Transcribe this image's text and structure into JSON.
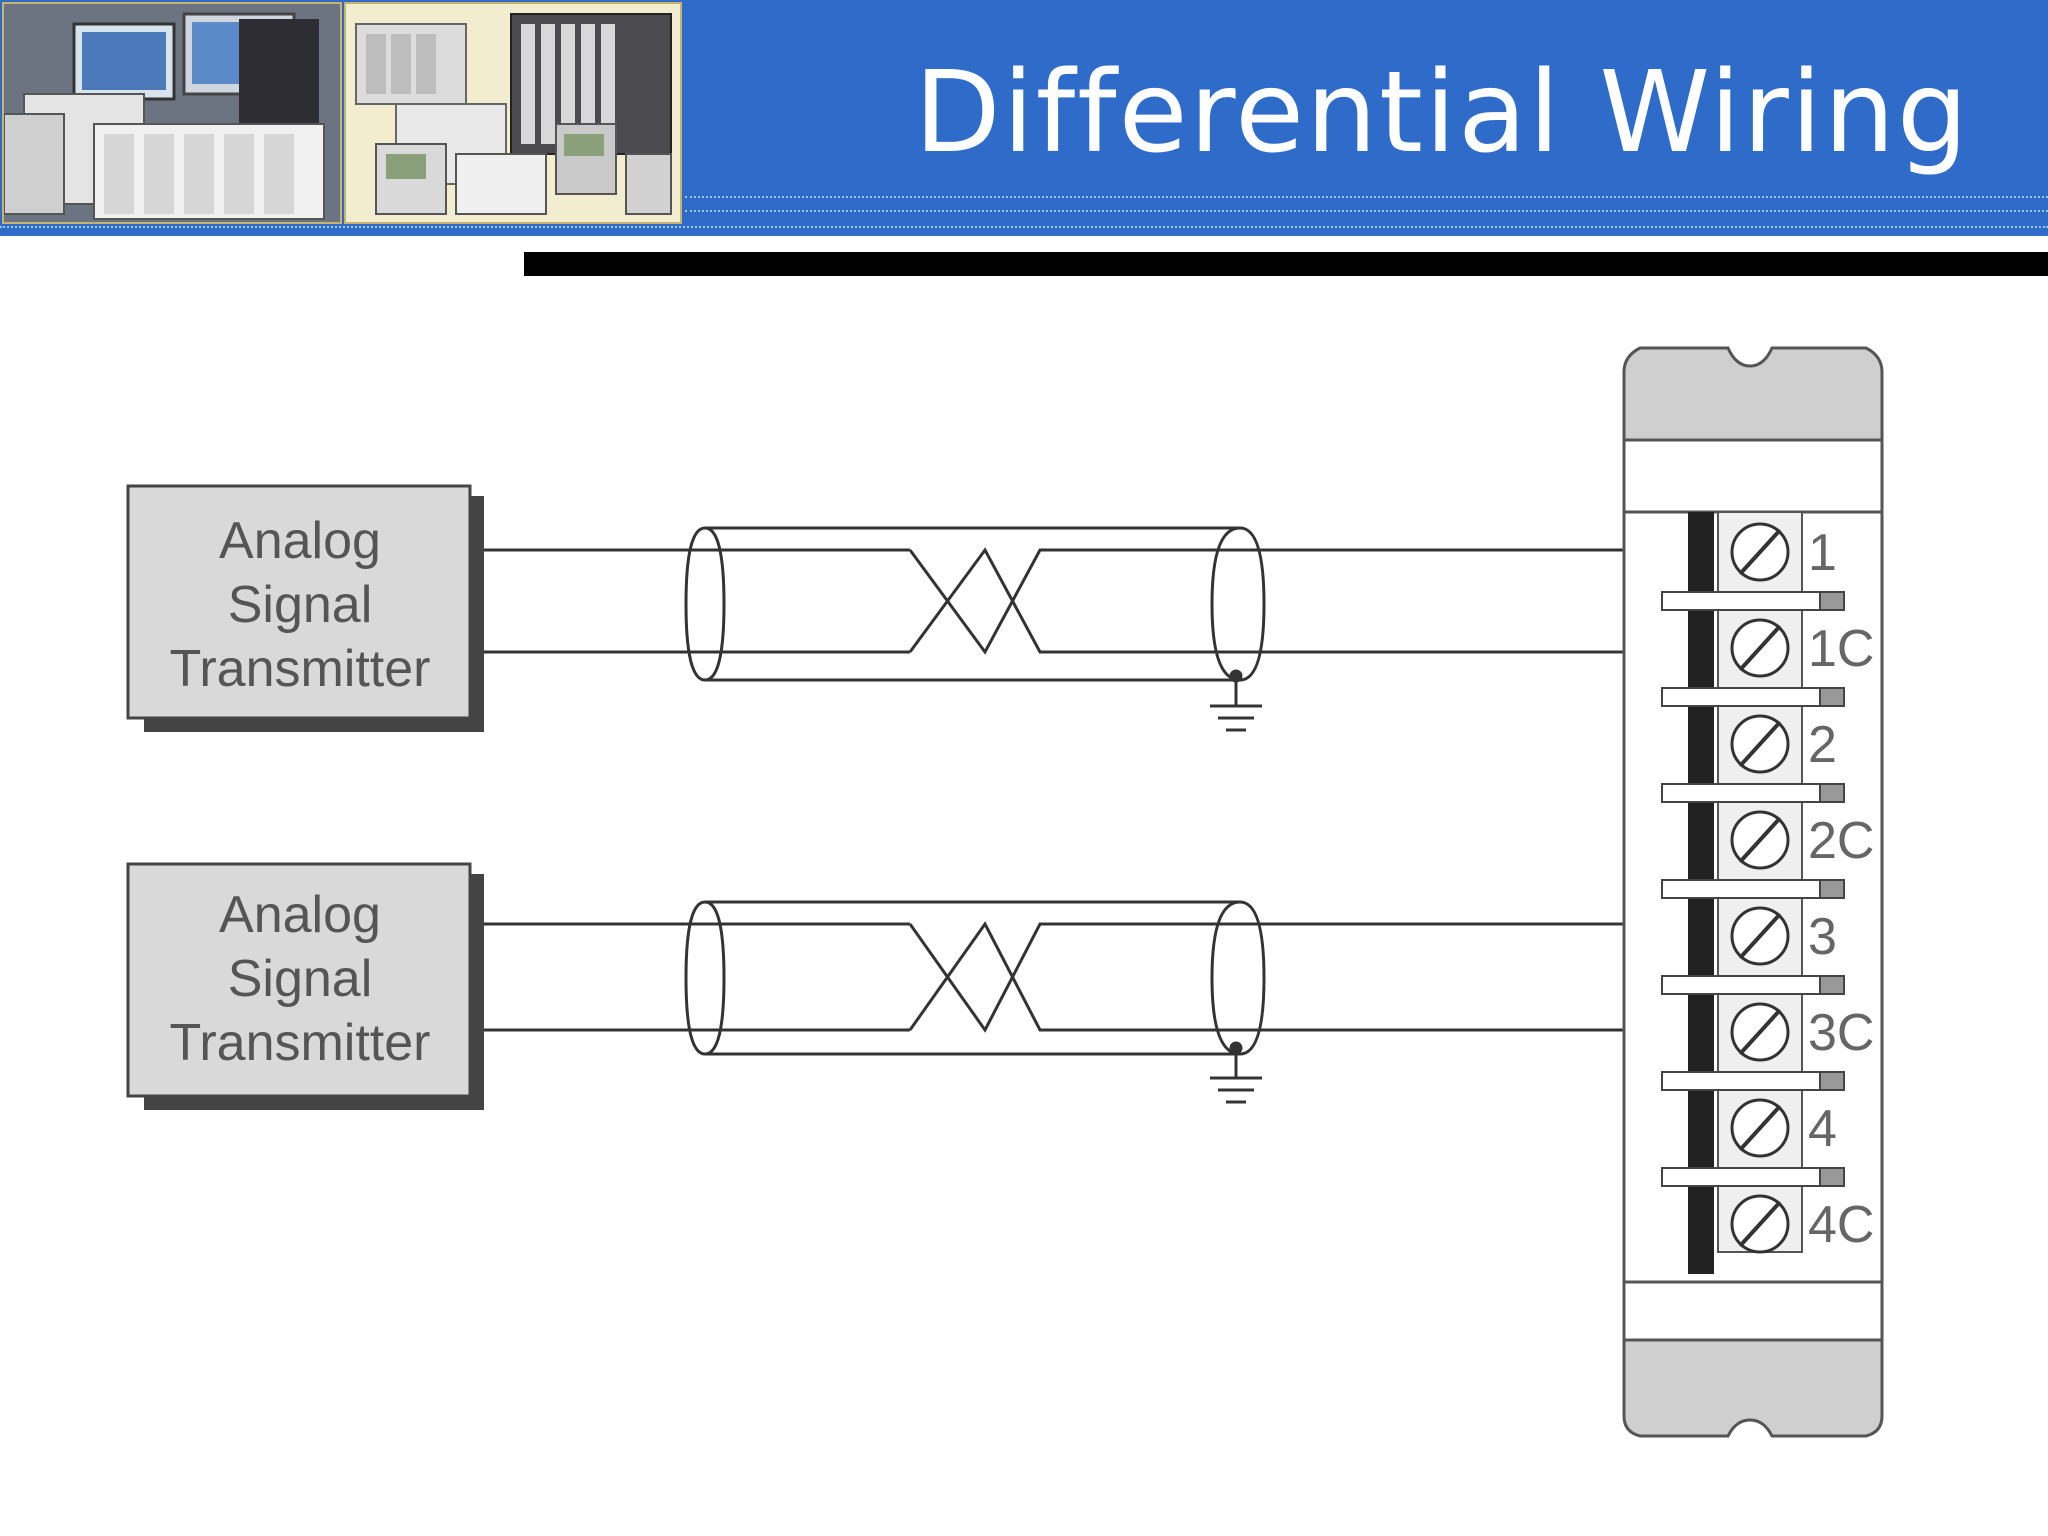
{
  "slide": {
    "title": "Differential Wiring"
  },
  "transmitters": [
    {
      "label_lines": [
        "Analog",
        "Signal",
        "Transmitter"
      ]
    },
    {
      "label_lines": [
        "Analog",
        "Signal",
        "Transmitter"
      ]
    }
  ],
  "terminals": [
    "1",
    "1C",
    "2",
    "2C",
    "3",
    "3C",
    "4",
    "4C"
  ],
  "colors": {
    "title_bar": "#2f6cca",
    "title_text": "#ffffff",
    "transmitter_fill": "#d9d9d9",
    "wire": "#333333"
  },
  "icons": [
    "plc-equipment-photo",
    "plc-modules-photo",
    "ground-symbol-icon",
    "screw-terminal-icon",
    "twisted-pair-icon"
  ]
}
